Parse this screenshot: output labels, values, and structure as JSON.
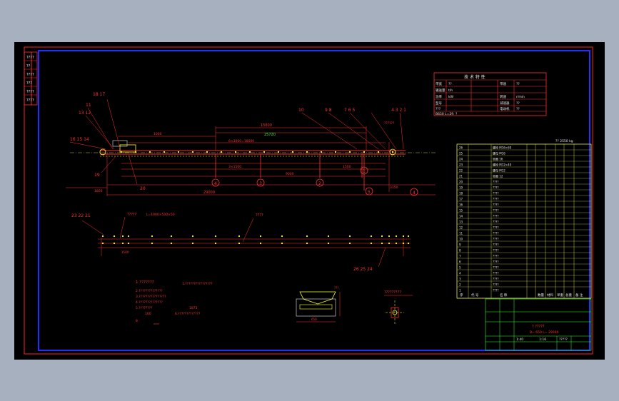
{
  "colors": {
    "background_window": "#a7b0be",
    "canvas": "#000000",
    "frame_outer": "#ff2020",
    "frame_inner": "#2030ff",
    "line_red": "#ff3030",
    "text_yellow": "#ffff33",
    "text_white": "#e8e8e8",
    "table_green": "#33ff33"
  },
  "side_stamp": [
    "????",
    "??",
    "????",
    "???",
    "????",
    "????"
  ],
  "tech_spec": {
    "title": "技 术 特 性",
    "rows": [
      [
        "带宽",
        "??",
        "带速",
        "??"
      ],
      [
        "输送量",
        "t/h",
        "",
        ""
      ],
      [
        "功率",
        "kW",
        "转速",
        "r/min"
      ],
      [
        "型号",
        "",
        "减速器",
        "??"
      ],
      [
        "???",
        "",
        "电动机",
        "??"
      ]
    ],
    "footer": "B650  L=29.  ?"
  },
  "callouts_top": [
    "18 17",
    "11",
    "13 12",
    "16 15 14",
    "19",
    "20",
    "10",
    "9 8",
    "7 6 5",
    "4 3 2 1"
  ],
  "dims_top": {
    "overall": "29000",
    "mid": "15600",
    "sub": [
      "25720",
      "6×3000=18000"
    ],
    "lower": [
      "3×1500",
      "1500"
    ],
    "spacing_a": "1000",
    "spacing_b": "9000",
    "height_left": "1800",
    "height_right": "3150"
  },
  "axis_labels": [
    "4",
    "3",
    "2",
    "1",
    "5",
    "4"
  ],
  "pulley_note": "??????",
  "section2": {
    "left_callout": "23 22 21",
    "label_a": "?????",
    "label_b": "????",
    "right_callout": "26 25 24",
    "note_a": "L=1000×500×50",
    "spacing": "1500"
  },
  "notes": {
    "heading": "1 ???????",
    "lines": [
      "1.????????????????",
      "2.??????????????",
      "3.????????????????",
      "4.??????????????",
      "5.????????",
      "6.?????????????"
    ],
    "numbers": [
      "100",
      "1873",
      "8"
    ]
  },
  "section_view": {
    "width_label": "650",
    "height_label": "???"
  },
  "detail_view": {
    "title": "?????????"
  },
  "bom": {
    "header": [
      "序",
      "代 号",
      "名 称",
      "数量",
      "材料",
      "单重",
      "总重",
      "备 注"
    ],
    "weight_note": "?? 2550 kg",
    "rows": [
      [
        "26",
        "",
        "螺栓 M16×60",
        "",
        "",
        "",
        "",
        ""
      ],
      [
        "25",
        "",
        "螺母 M16",
        "",
        "",
        "",
        "",
        ""
      ],
      [
        "24",
        "",
        "垫圈 16",
        "",
        "",
        "",
        "",
        ""
      ],
      [
        "23",
        "",
        "螺栓 M12×40",
        "",
        "",
        "",
        "",
        ""
      ],
      [
        "22",
        "",
        "螺母 M12",
        "",
        "",
        "",
        "",
        ""
      ],
      [
        "21",
        "",
        "垫圈 12",
        "",
        "",
        "",
        "",
        ""
      ],
      [
        "20",
        "",
        "????",
        "",
        "",
        "",
        "",
        ""
      ],
      [
        "19",
        "",
        "????",
        "",
        "",
        "",
        "",
        ""
      ],
      [
        "18",
        "",
        "????",
        "",
        "",
        "",
        "",
        ""
      ],
      [
        "17",
        "",
        "????",
        "",
        "",
        "",
        "",
        ""
      ],
      [
        "16",
        "",
        "????",
        "",
        "",
        "",
        "",
        ""
      ],
      [
        "15",
        "",
        "????",
        "",
        "",
        "",
        "",
        ""
      ],
      [
        "14",
        "",
        "????",
        "",
        "",
        "",
        "",
        ""
      ],
      [
        "13",
        "",
        "????",
        "",
        "",
        "",
        "",
        ""
      ],
      [
        "12",
        "",
        "????",
        "",
        "",
        "",
        "",
        ""
      ],
      [
        "11",
        "",
        "????",
        "",
        "",
        "",
        "",
        ""
      ],
      [
        "10",
        "",
        "????",
        "",
        "",
        "",
        "",
        ""
      ],
      [
        "9",
        "",
        "????",
        "",
        "",
        "",
        "",
        ""
      ],
      [
        "8",
        "",
        "????",
        "",
        "",
        "",
        "",
        ""
      ],
      [
        "7",
        "",
        "????",
        "",
        "",
        "",
        "",
        ""
      ],
      [
        "6",
        "",
        "????",
        "",
        "",
        "",
        "",
        ""
      ],
      [
        "5",
        "",
        "????",
        "",
        "",
        "",
        "",
        ""
      ],
      [
        "4",
        "",
        "????",
        "",
        "",
        "",
        "",
        ""
      ],
      [
        "3",
        "",
        "????",
        "",
        "",
        "",
        "",
        ""
      ],
      [
        "2",
        "",
        "????",
        "",
        "",
        "",
        "",
        ""
      ],
      [
        "1",
        "",
        "????",
        "",
        "",
        "",
        "",
        ""
      ]
    ]
  },
  "title_block": {
    "drawing_title": "? ?????",
    "subtitle": "B= 650  L= 29000",
    "scale_row": [
      "1:40",
      "1:16",
      "?????"
    ]
  }
}
